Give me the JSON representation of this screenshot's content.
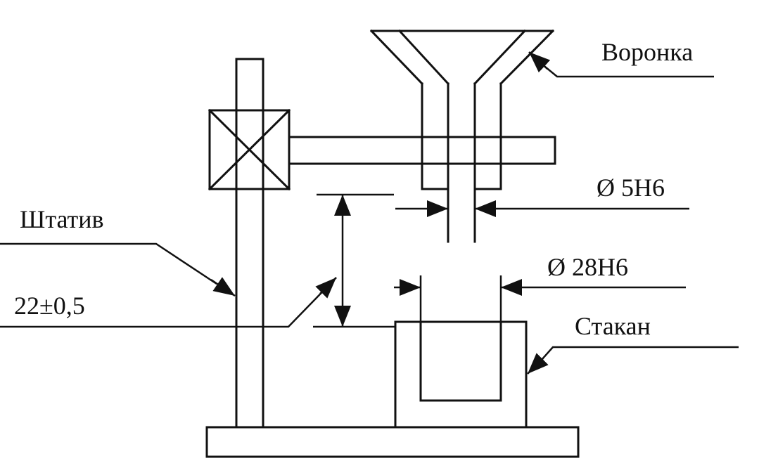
{
  "labels": {
    "funnel": "Воронка",
    "stand": "Штатив",
    "cup": "Стакан",
    "outlet_diameter": "Ø 5Н6",
    "cup_diameter": "Ø 28Н6",
    "height_tolerance": "22±0,5"
  }
}
